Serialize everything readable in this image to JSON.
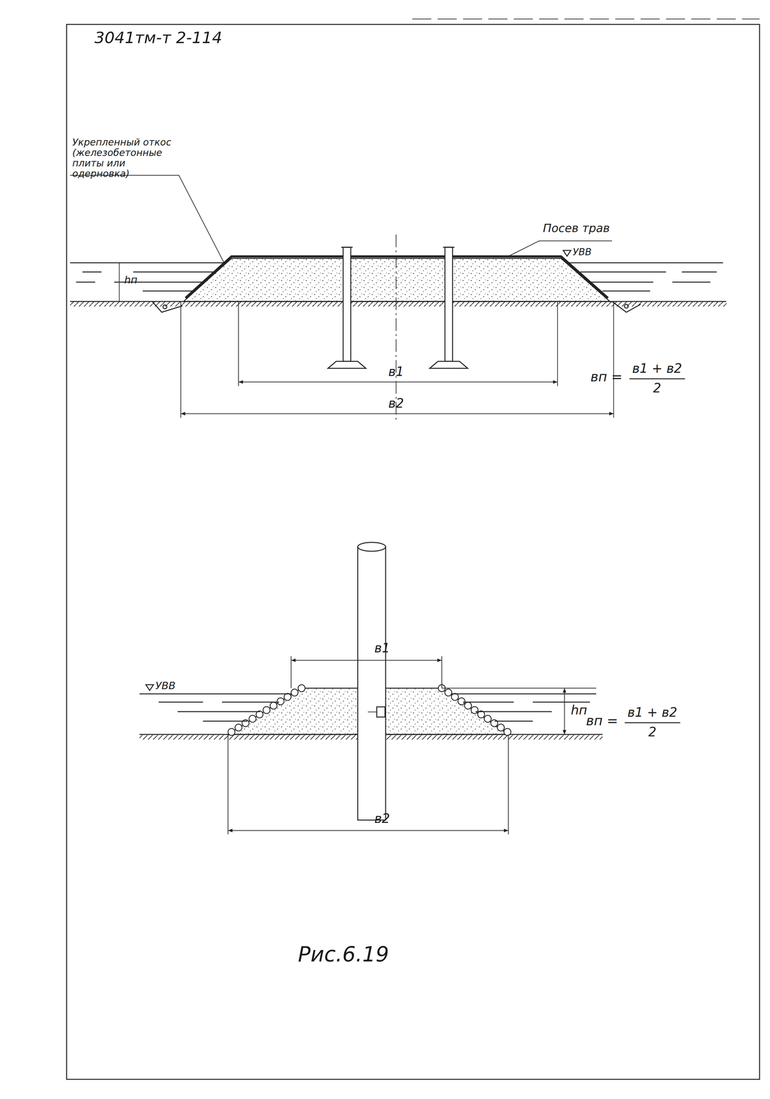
{
  "diagram": {
    "caption": "Рис.6.19",
    "labels": [
      "3041тм-т 2-114",
      "Укрепленный откос (железобетонные плиты или одерновка)",
      "Посев трав",
      "УВВ",
      "hп",
      "в1",
      "в2",
      "вп =",
      "в1 + в2",
      "2",
      "УВВ",
      "в1",
      "hп",
      "в2",
      "вп =",
      "в1 + в2",
      "2"
    ]
  }
}
